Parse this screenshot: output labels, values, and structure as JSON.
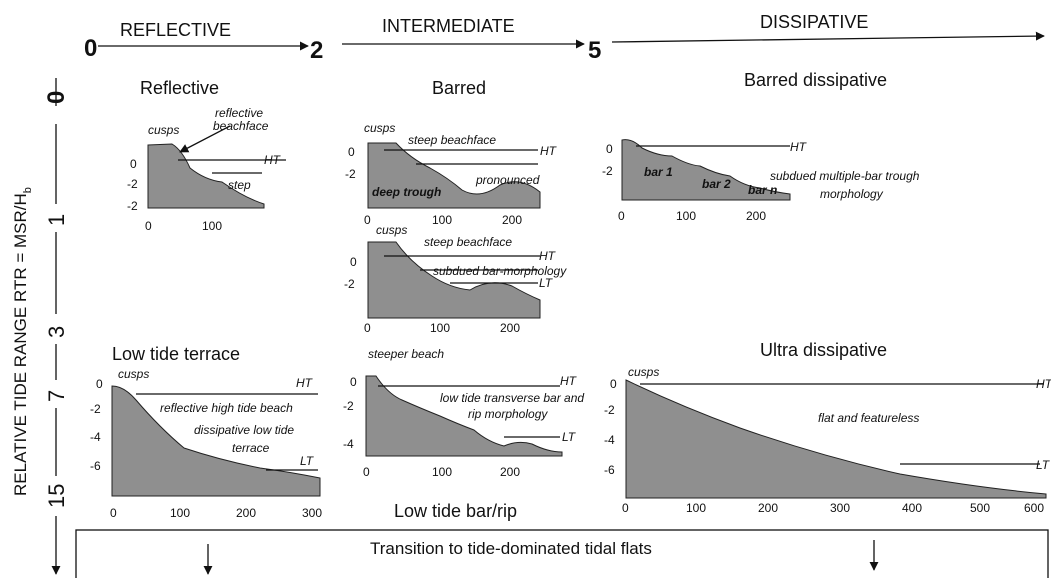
{
  "headers": {
    "reflective": "REFLECTIVE",
    "intermediate": "INTERMEDIATE",
    "dissipative": "DISSIPATIVE"
  },
  "scale_numbers": {
    "n0": "0",
    "n2": "2",
    "n5": "5"
  },
  "vertical_axis": {
    "label": "RELATIVE TIDE RANGE RTR = MSR/H",
    "label_sub": "b",
    "ticks": [
      "0",
      "1",
      "3",
      "7",
      "15"
    ]
  },
  "panels": {
    "reflective": {
      "title": "Reflective",
      "labels": [
        "cusps",
        "reflective",
        "beachface",
        "HT",
        "step"
      ],
      "y_ticks": [
        "0",
        "-2"
      ],
      "x_ticks": [
        "0",
        "100"
      ]
    },
    "barred": {
      "title": "Barred",
      "labels": [
        "cusps",
        "steep beachface",
        "HT",
        "deep trough",
        "pronounced"
      ],
      "y_ticks": [
        "0",
        "-2"
      ],
      "x_ticks": [
        "0",
        "100",
        "200"
      ]
    },
    "barred_dissipative": {
      "title": "Barred dissipative",
      "labels": [
        "HT",
        "bar 1",
        "bar 2",
        "bar n",
        "subdued multiple-bar trough",
        "morphology"
      ],
      "y_ticks": [
        "0",
        "-2"
      ],
      "x_ticks": [
        "0",
        "100",
        "200"
      ]
    },
    "barred_low": {
      "labels": [
        "cusps",
        "steep beachface",
        "HT",
        "subdued bar-morphology",
        "LT"
      ],
      "y_ticks": [
        "0",
        "-2"
      ],
      "x_ticks": [
        "0",
        "100",
        "200"
      ]
    },
    "low_tide_terrace": {
      "title": "Low tide terrace",
      "labels": [
        "cusps",
        "HT",
        "reflective high tide beach",
        "dissipative low tide",
        "terrace",
        "LT"
      ],
      "y_ticks": [
        "0",
        "-2",
        "-4",
        "-6"
      ],
      "x_ticks": [
        "0",
        "100",
        "200",
        "300"
      ]
    },
    "low_tide_bar_rip": {
      "title": "Low tide bar/rip",
      "labels": [
        "steeper beach",
        "HT",
        "low tide transverse bar and",
        "rip morphology",
        "LT"
      ],
      "y_ticks": [
        "0",
        "-2",
        "-4"
      ],
      "x_ticks": [
        "0",
        "100",
        "200"
      ]
    },
    "ultra_dissipative": {
      "title": "Ultra dissipative",
      "labels": [
        "cusps",
        "HT",
        "flat and featureless",
        "LT"
      ],
      "y_ticks": [
        "0",
        "-2",
        "-4",
        "-6"
      ],
      "x_ticks": [
        "0",
        "100",
        "200",
        "300",
        "400",
        "500",
        "600"
      ]
    }
  },
  "transition": {
    "text": "Transition to tide-dominated tidal flats"
  }
}
